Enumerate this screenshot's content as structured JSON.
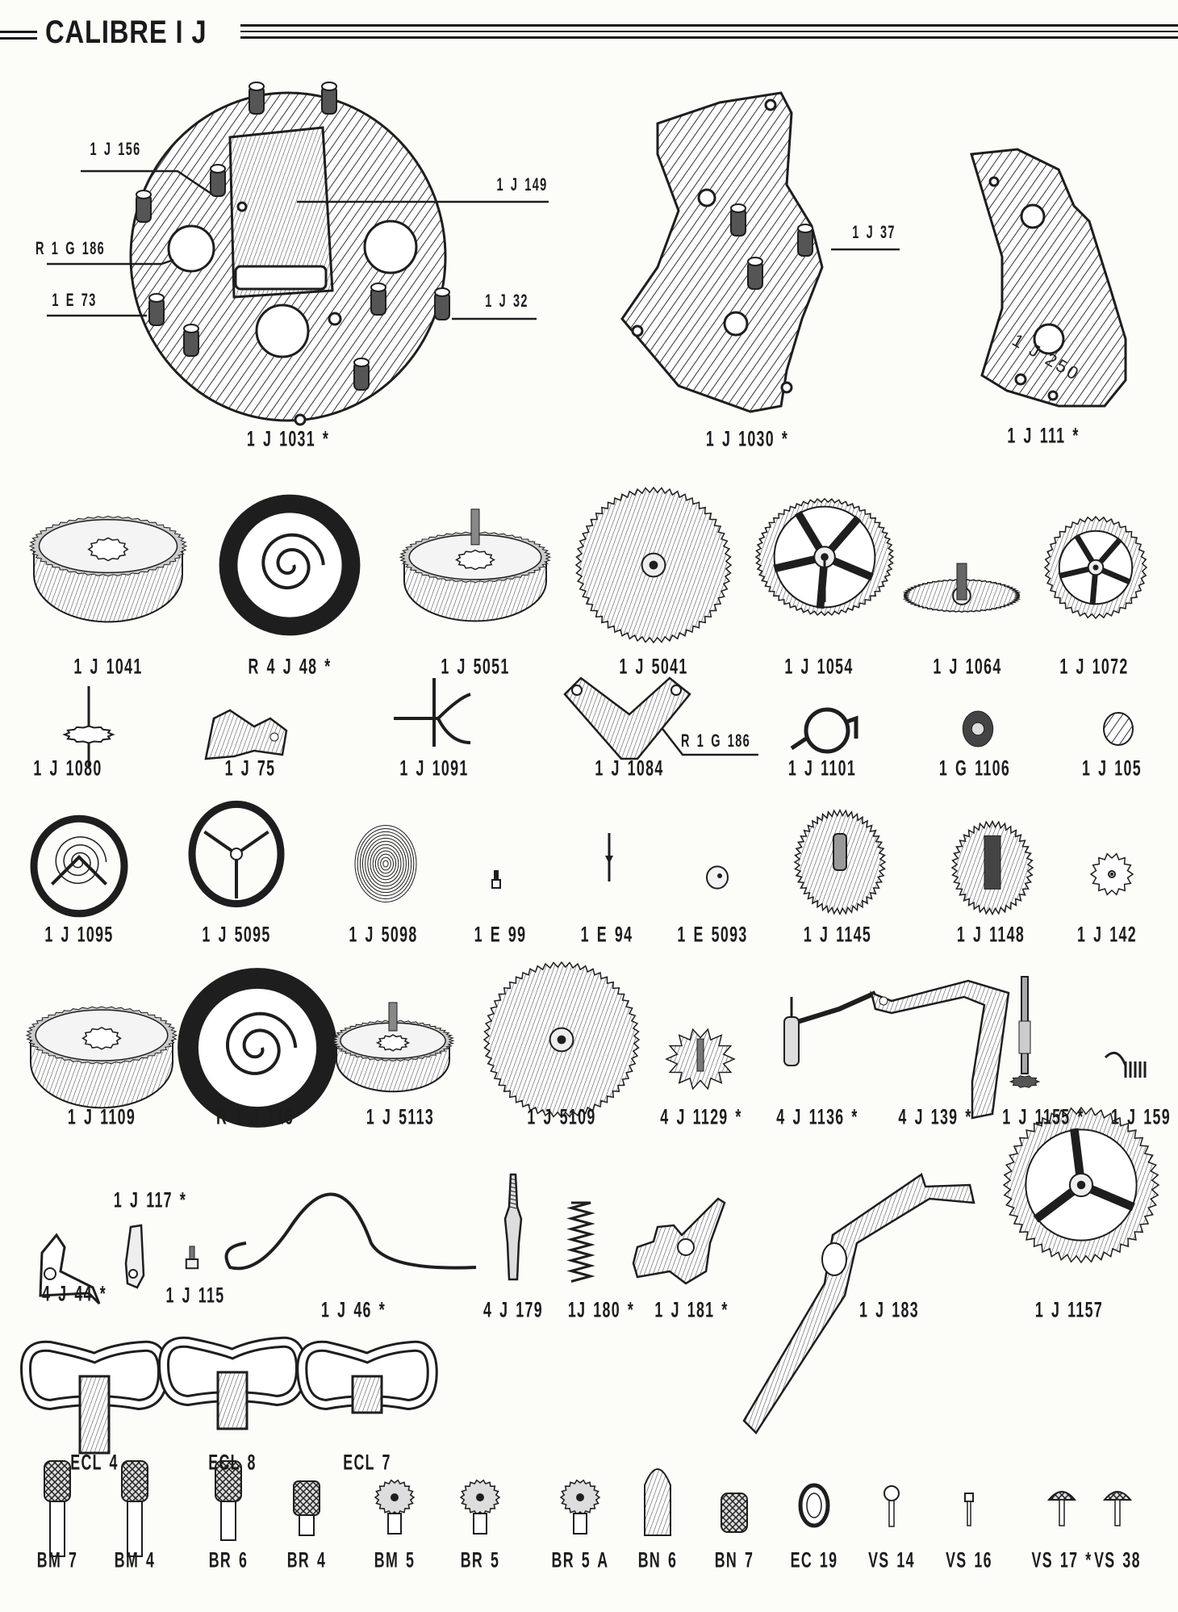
{
  "title": "CALIBRE I J",
  "plates": [
    {
      "label": "1 J 1031 *",
      "icon": "main-plate"
    },
    {
      "label": "1 J 1030 *",
      "icon": "barrel-bridge"
    },
    {
      "label": "1 J 111 *",
      "icon": "train-bridge",
      "engraving": "1 J 250"
    }
  ],
  "callouts": [
    {
      "label": "1 J 156"
    },
    {
      "label": "R 1 G 186"
    },
    {
      "label": "1 E 73"
    },
    {
      "label": "1 J 149"
    },
    {
      "label": "1 J 32"
    },
    {
      "label": "1 J 37"
    },
    {
      "label": "R 1 G 186"
    }
  ],
  "parts": [
    {
      "label": "1 J 1041",
      "icon": "barrel"
    },
    {
      "label": "R 4 J 48 *",
      "icon": "mainspring"
    },
    {
      "label": "1 J 5051",
      "icon": "barrel-arbor"
    },
    {
      "label": "1 J 5041",
      "icon": "gear"
    },
    {
      "label": "1 J 1054",
      "icon": "spoked-wheel"
    },
    {
      "label": "1 J 1064",
      "icon": "flat-wheel"
    },
    {
      "label": "1 J 1072",
      "icon": "small-wheel"
    },
    {
      "label": "1 J 1080",
      "icon": "pinion"
    },
    {
      "label": "1 J 75",
      "icon": "lever"
    },
    {
      "label": "1 J 1091",
      "icon": "pallet-fork"
    },
    {
      "label": "1 J 1084",
      "icon": "v-bridge"
    },
    {
      "label": "1 J 1101",
      "icon": "ring-clip"
    },
    {
      "label": "1 G 1106",
      "icon": "jewel-disc"
    },
    {
      "label": "1 J 105",
      "icon": "dark-disc"
    },
    {
      "label": "1 J 1095",
      "icon": "balance-assembly"
    },
    {
      "label": "1 J 5095",
      "icon": "balance-wheel"
    },
    {
      "label": "1 J 5098",
      "icon": "hairspring"
    },
    {
      "label": "1 E 99",
      "icon": "tiny-pin"
    },
    {
      "label": "1 E 94",
      "icon": "staff"
    },
    {
      "label": "1 E 5093",
      "icon": "roller"
    },
    {
      "label": "1 J 1145",
      "icon": "gear-pipe"
    },
    {
      "label": "1 J 1148",
      "icon": "gear-pipe-small"
    },
    {
      "label": "1 J 142",
      "icon": "tiny-gear"
    },
    {
      "label": "1 J 1109",
      "icon": "barrel"
    },
    {
      "label": "R 1 J 116",
      "icon": "mainspring"
    },
    {
      "label": "1 J 5113",
      "icon": "barrel-arbor"
    },
    {
      "label": "1 J 5109",
      "icon": "gear"
    },
    {
      "label": "4 J 1129 *",
      "icon": "ratchet-star"
    },
    {
      "label": "4 J 1136 *",
      "icon": "yoke-lever"
    },
    {
      "label": "4 J 139 *",
      "icon": "setting-spring-arm"
    },
    {
      "label": "1 J 1155 *",
      "icon": "winding-stem"
    },
    {
      "label": "1 J 159",
      "icon": "coil-spring"
    },
    {
      "label": "1 J 117 *",
      "icon": "click"
    },
    {
      "label": "4 J 44 *",
      "icon": "setting-lever"
    },
    {
      "label": "1 J 115",
      "icon": "screw"
    },
    {
      "label": "1 J 46 *",
      "icon": "wire-spring"
    },
    {
      "label": "4 J 179",
      "icon": "arbor-pin"
    },
    {
      "label": "1J 180 *",
      "icon": "compression-spring"
    },
    {
      "label": "1 J 181 *",
      "icon": "hammer-lever"
    },
    {
      "label": "1 J 183",
      "icon": "long-lever"
    },
    {
      "label": "1 J 1157",
      "icon": "large-gear"
    }
  ],
  "keys": [
    {
      "label": "ECL 4"
    },
    {
      "label": "ECL 8"
    },
    {
      "label": "ECL 7"
    }
  ],
  "knobs": [
    {
      "label": "BM 7",
      "icon": "knurled-long"
    },
    {
      "label": "BM 4",
      "icon": "knurled-long"
    },
    {
      "label": "BR 6",
      "icon": "knurled-long"
    },
    {
      "label": "BR 4",
      "icon": "knurled-short"
    },
    {
      "label": "BM 5",
      "icon": "crown"
    },
    {
      "label": "BR 5",
      "icon": "crown"
    },
    {
      "label": "BR 5 A",
      "icon": "crown"
    },
    {
      "label": "BN 6",
      "icon": "bullet"
    },
    {
      "label": "BN 7",
      "icon": "knurled-barrel"
    },
    {
      "label": "EC 19",
      "icon": "washer"
    },
    {
      "label": "VS 14",
      "icon": "screw"
    },
    {
      "label": "VS 16",
      "icon": "pin"
    },
    {
      "label": "VS 17 *",
      "icon": "cone-screw"
    },
    {
      "label": "VS 38",
      "icon": "cone-screw"
    }
  ]
}
